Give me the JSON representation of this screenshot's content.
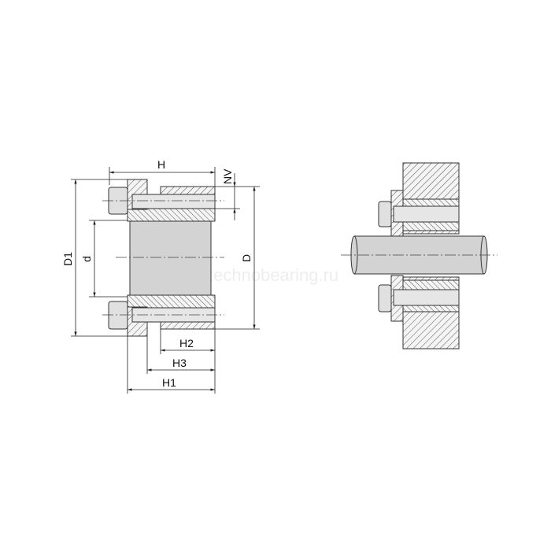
{
  "labels": {
    "H": "H",
    "NV": "NV",
    "D1": "D1",
    "d": "d",
    "D": "D",
    "H2": "H2",
    "H3": "H3",
    "H1": "H1"
  },
  "watermark": "technobearing.ru",
  "colors": {
    "line": "#333333",
    "fill_gray": "#d3d3d3",
    "hatch": "#555555"
  }
}
